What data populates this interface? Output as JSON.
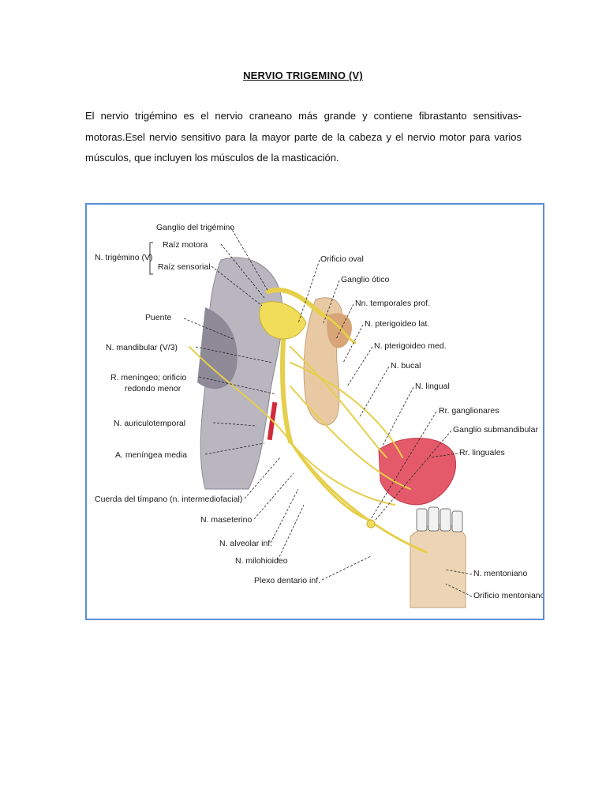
{
  "document": {
    "title": "NERVIO TRIGEMINO (V)",
    "paragraph": "El nervio trigémino es el nervio craneano más grande y contiene fibrastanto sensitivas-motoras.Esel nervio sensitivo para la mayor parte de la cabeza y el nervio motor para varios músculos, que incluyen los músculos de la masticación."
  },
  "figure": {
    "border_color": "#5b8ed6",
    "labels": {
      "ganglio_trigemino": "Ganglio del trigémino",
      "raiz_motora": "Raíz motora",
      "n_trigemino": "N. trigémino (V)",
      "raiz_sensorial": "Raíz sensorial",
      "puente": "Puente",
      "n_mandibular": "N. mandibular (V/3)",
      "r_meningeo_1": "R. meníngeo; orificio",
      "r_meningeo_2": "redondo menor",
      "n_auriculotemporal": "N. auriculotemporal",
      "a_meningea_media": "A. meníngea media",
      "cuerda_timpano": "Cuerda del tímpano (n. intermediofacial)",
      "n_maseterino": "N. maseterino",
      "n_alveolar_inf": "N. alveolar inf.",
      "n_milohioideo": "N. milohioideo",
      "plexo_dentario": "Plexo dentario inf.",
      "orificio_oval": "Orificio oval",
      "ganglio_otico": "Ganglio ótico",
      "nn_temporales": "Nn. temporales prof.",
      "n_pterigoideo_lat": "N. pterigoideo lat.",
      "n_pterigoideo_med": "N. pterigoideo med.",
      "n_bucal": "N. bucal",
      "n_lingual": "N. lingual",
      "rr_ganglionares": "Rr. ganglionares",
      "ganglio_submandibular": "Ganglio submandibular",
      "rr_linguales": "Rr. linguales",
      "n_mentoniano": "N. mentoniano",
      "orificio_mentoniano": "Orificio mentoniano"
    }
  }
}
